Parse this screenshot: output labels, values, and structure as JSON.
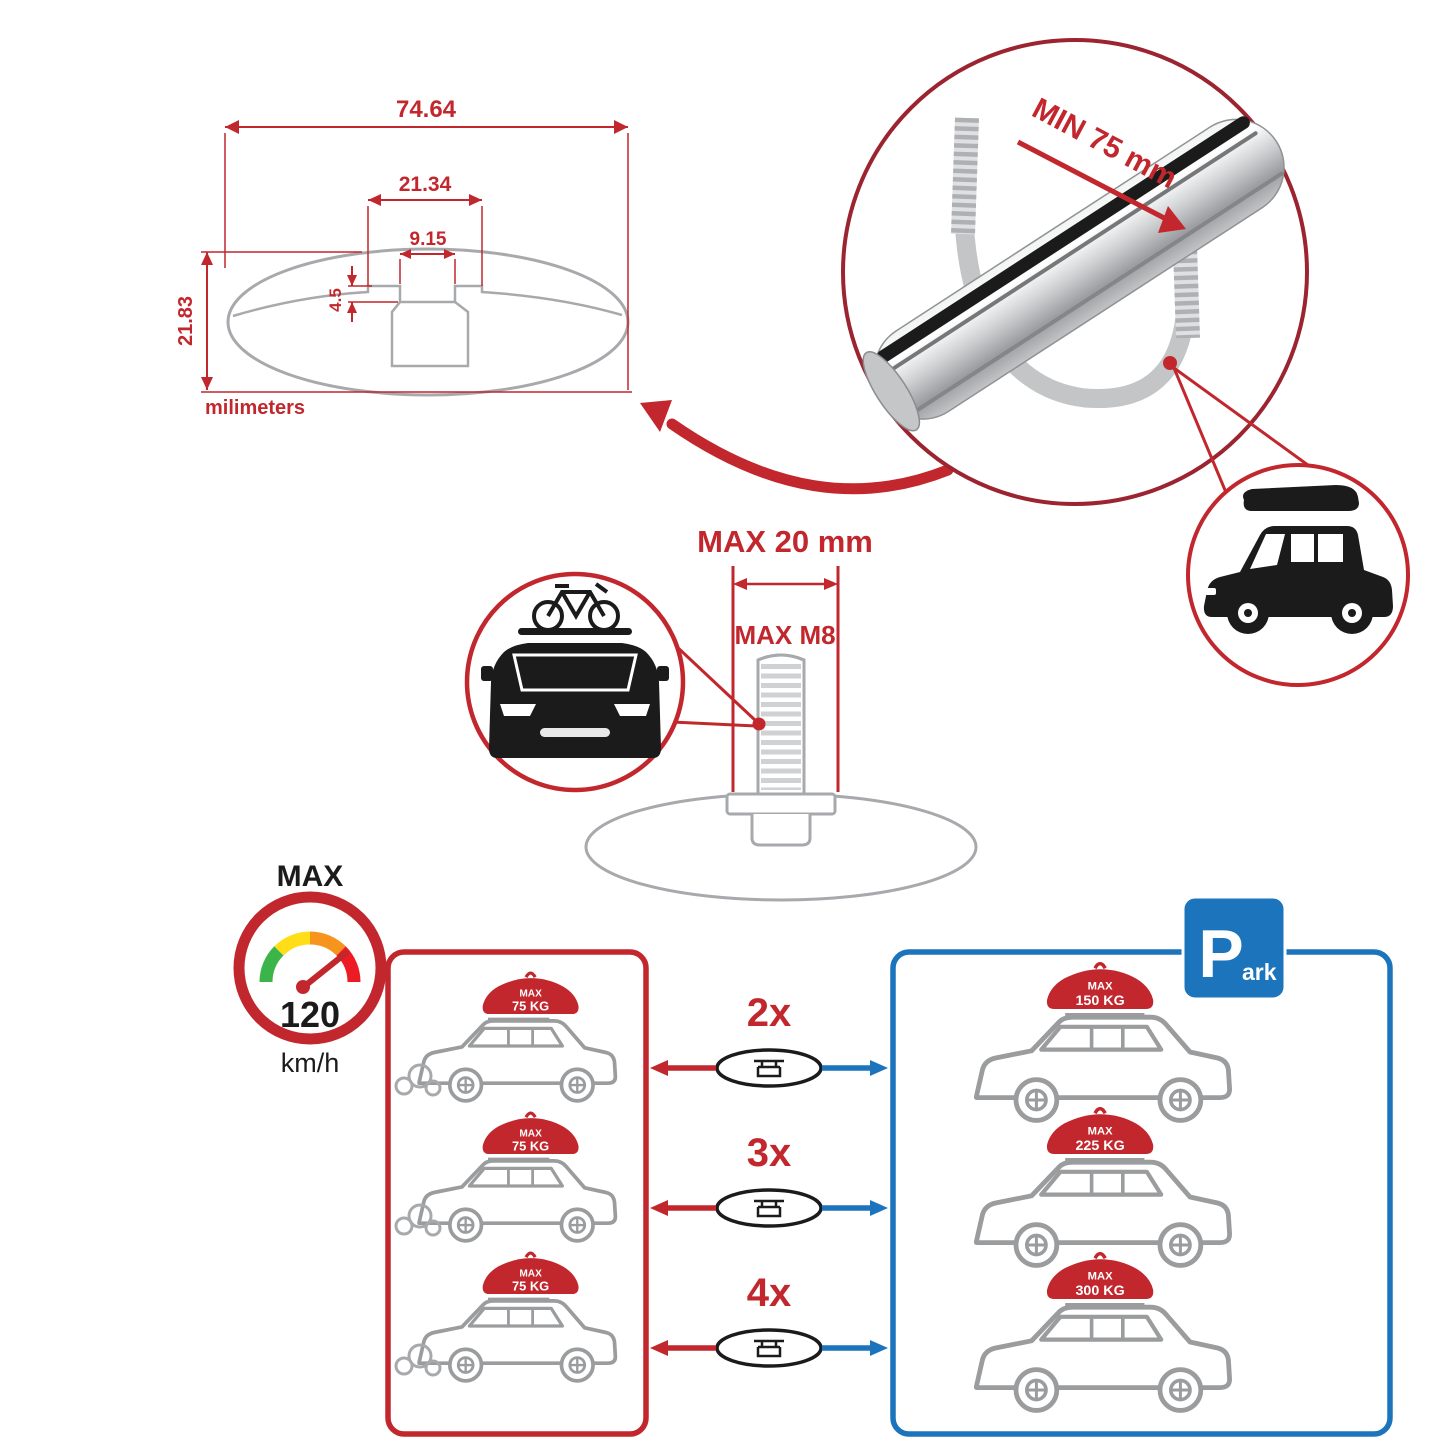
{
  "technical_drawing": {
    "dim_total_width": "74.64",
    "dim_channel_width": "21.34",
    "dim_slot_width": "9.15",
    "dim_slot_depth": "4.5",
    "dim_total_height": "21.83",
    "unit_label": "milimeters"
  },
  "clamp_detail": {
    "min_label": "MIN 75 mm"
  },
  "bolt_detail": {
    "max_width_label": "MAX 20 mm",
    "max_thread_label": "MAX M8"
  },
  "speed_limit": {
    "title": "MAX",
    "value": "120",
    "unit": "km/h"
  },
  "capacity": {
    "load_title": "MAX",
    "rows": [
      {
        "multiplier": "2x",
        "left_kg": "75 KG",
        "right_kg": "150 KG"
      },
      {
        "multiplier": "3x",
        "left_kg": "75 KG",
        "right_kg": "225 KG"
      },
      {
        "multiplier": "4x",
        "left_kg": "75 KG",
        "right_kg": "300 KG"
      }
    ]
  },
  "park_sign": {
    "letter": "P",
    "suffix": "ark"
  },
  "colors": {
    "accent_red": "#C1272D",
    "accent_blue": "#1C75BC",
    "drawing_gray": "#A7A9AC",
    "ink_black": "#1B1B1B"
  }
}
